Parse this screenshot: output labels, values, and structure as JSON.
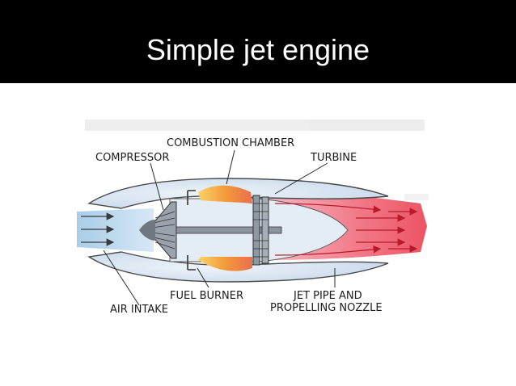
{
  "slide": {
    "title": "Simple jet engine"
  },
  "diagram": {
    "labels": {
      "combustion_chamber": "COMBUSTION CHAMBER",
      "compressor": "COMPRESSOR",
      "turbine": "TURBINE",
      "fuel_burner": "FUEL BURNER",
      "air_intake": "AIR INTAKE",
      "jet_pipe_line1": "JET PIPE AND",
      "jet_pipe_line2": "PROPELLING NOZZLE"
    },
    "colors": {
      "title_background": "#000000",
      "title_text": "#ffffff",
      "intake_air": "#bcd9ee",
      "engine_casing": "#dbe7f3",
      "combustion_flame": "#f5a23c",
      "exhaust_gas": "#f06a78"
    }
  }
}
